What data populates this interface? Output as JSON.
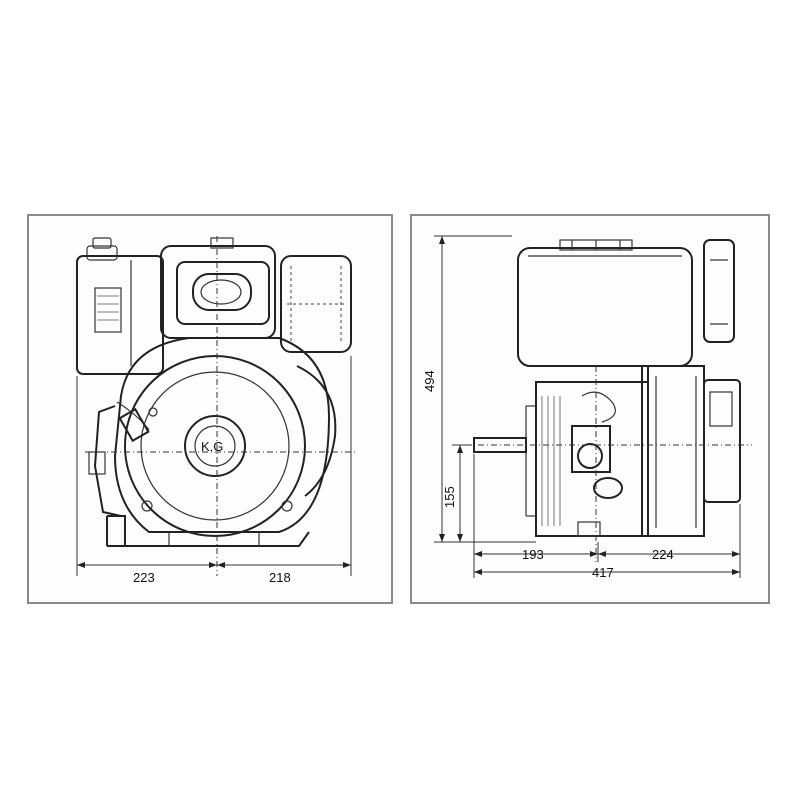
{
  "front_view": {
    "width_left": "223",
    "width_right": "218",
    "hub_mark": "K.G"
  },
  "side_view": {
    "height_total": "494",
    "height_shaft": "155",
    "depth_front": "193",
    "depth_rear": "224",
    "depth_total": "417"
  }
}
